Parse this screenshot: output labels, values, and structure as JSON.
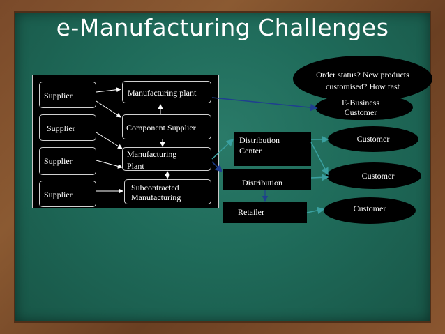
{
  "title": "e-Manufacturing Challenges",
  "suppliers": [
    "Supplier",
    "Supplier",
    "Supplier",
    "Supplier"
  ],
  "plant_column": {
    "manufacturing_plant_top": "Manufacturing plant",
    "component_supplier": "Component Supplier",
    "manufacturing_plant_line1": "Manufacturing",
    "manufacturing_plant_line2": "Plant",
    "subcontracted_line1": "Subcontracted",
    "subcontracted_line2": "Manufacturing"
  },
  "distribution": {
    "distribution_center_line1": "Distribution",
    "distribution_center_line2": "Center",
    "distribution": "Distribution",
    "retailer": "Retailer"
  },
  "customers": {
    "order_status_line1": "Order status? New products",
    "order_status_line2": "customised? How fast",
    "ebusiness_line1": "E-Business",
    "ebusiness_line2": "Customer",
    "customer1": "Customer",
    "customer2": "Customer",
    "customer3": "Customer"
  },
  "colors": {
    "board": "#1f6b5a",
    "frame": "#7a4a2a",
    "arrow_blue": "#1f3f8f",
    "arrow_green": "#3aa0a0"
  }
}
